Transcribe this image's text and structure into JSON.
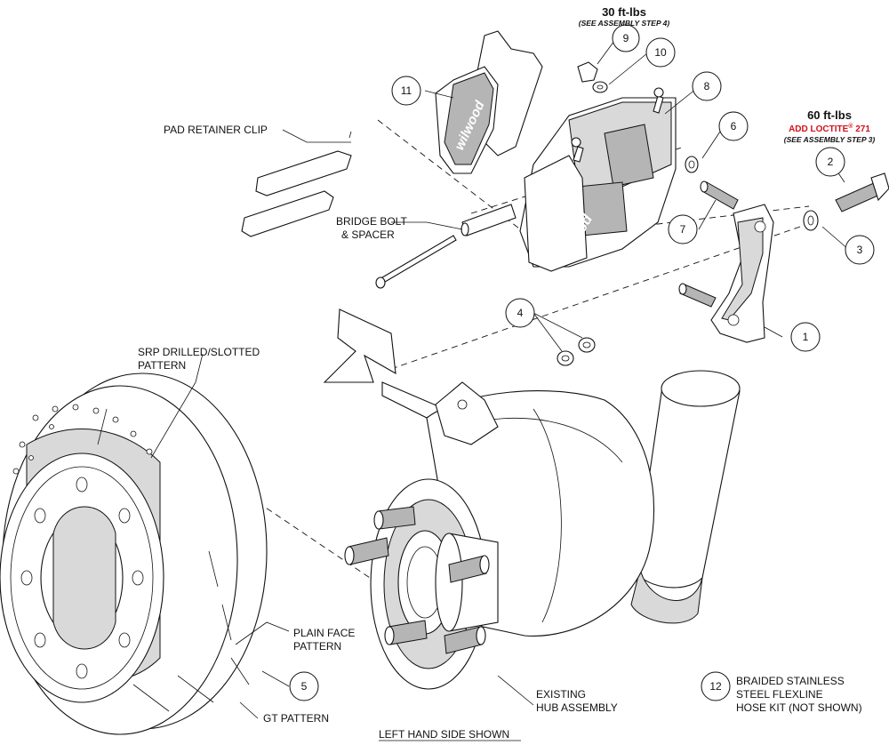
{
  "labels": {
    "torque_caliper": "30 ft-lbs",
    "torque_caliper_note": "(SEE ASSEMBLY STEP 4)",
    "torque_bracket": "60 ft-lbs",
    "loctite_prefix": "ADD LOCTITE",
    "loctite_reg": "®",
    "loctite_num": " 271",
    "torque_bracket_note": "(SEE ASSEMBLY STEP 3)",
    "pad_retainer_clip": "PAD RETAINER CLIP",
    "bridge_bolt_1": "BRIDGE BOLT",
    "bridge_bolt_2": "& SPACER",
    "srp_1": "SRP DRILLED/SLOTTED",
    "srp_2": "PATTERN",
    "plain_face_1": "PLAIN FACE",
    "plain_face_2": "PATTERN",
    "gt_pattern": "GT PATTERN",
    "existing_hub_1": "EXISTING",
    "existing_hub_2": "HUB ASSEMBLY",
    "flexline_1": "BRAIDED STAINLESS",
    "flexline_2": "STEEL FLEXLINE",
    "flexline_3": "HOSE KIT (NOT SHOWN)",
    "footer": "LEFT HAND SIDE SHOWN"
  },
  "callouts": {
    "c1": "1",
    "c2": "2",
    "c3": "3",
    "c4": "4",
    "c5": "5",
    "c6": "6",
    "c7": "7",
    "c8": "8",
    "c9": "9",
    "c10": "10",
    "c11": "11",
    "c12": "12"
  },
  "branding": {
    "pad_logo": "wilwood",
    "caliper_logo_1": "wilwood",
    "caliper_logo_2": "wilwood"
  }
}
